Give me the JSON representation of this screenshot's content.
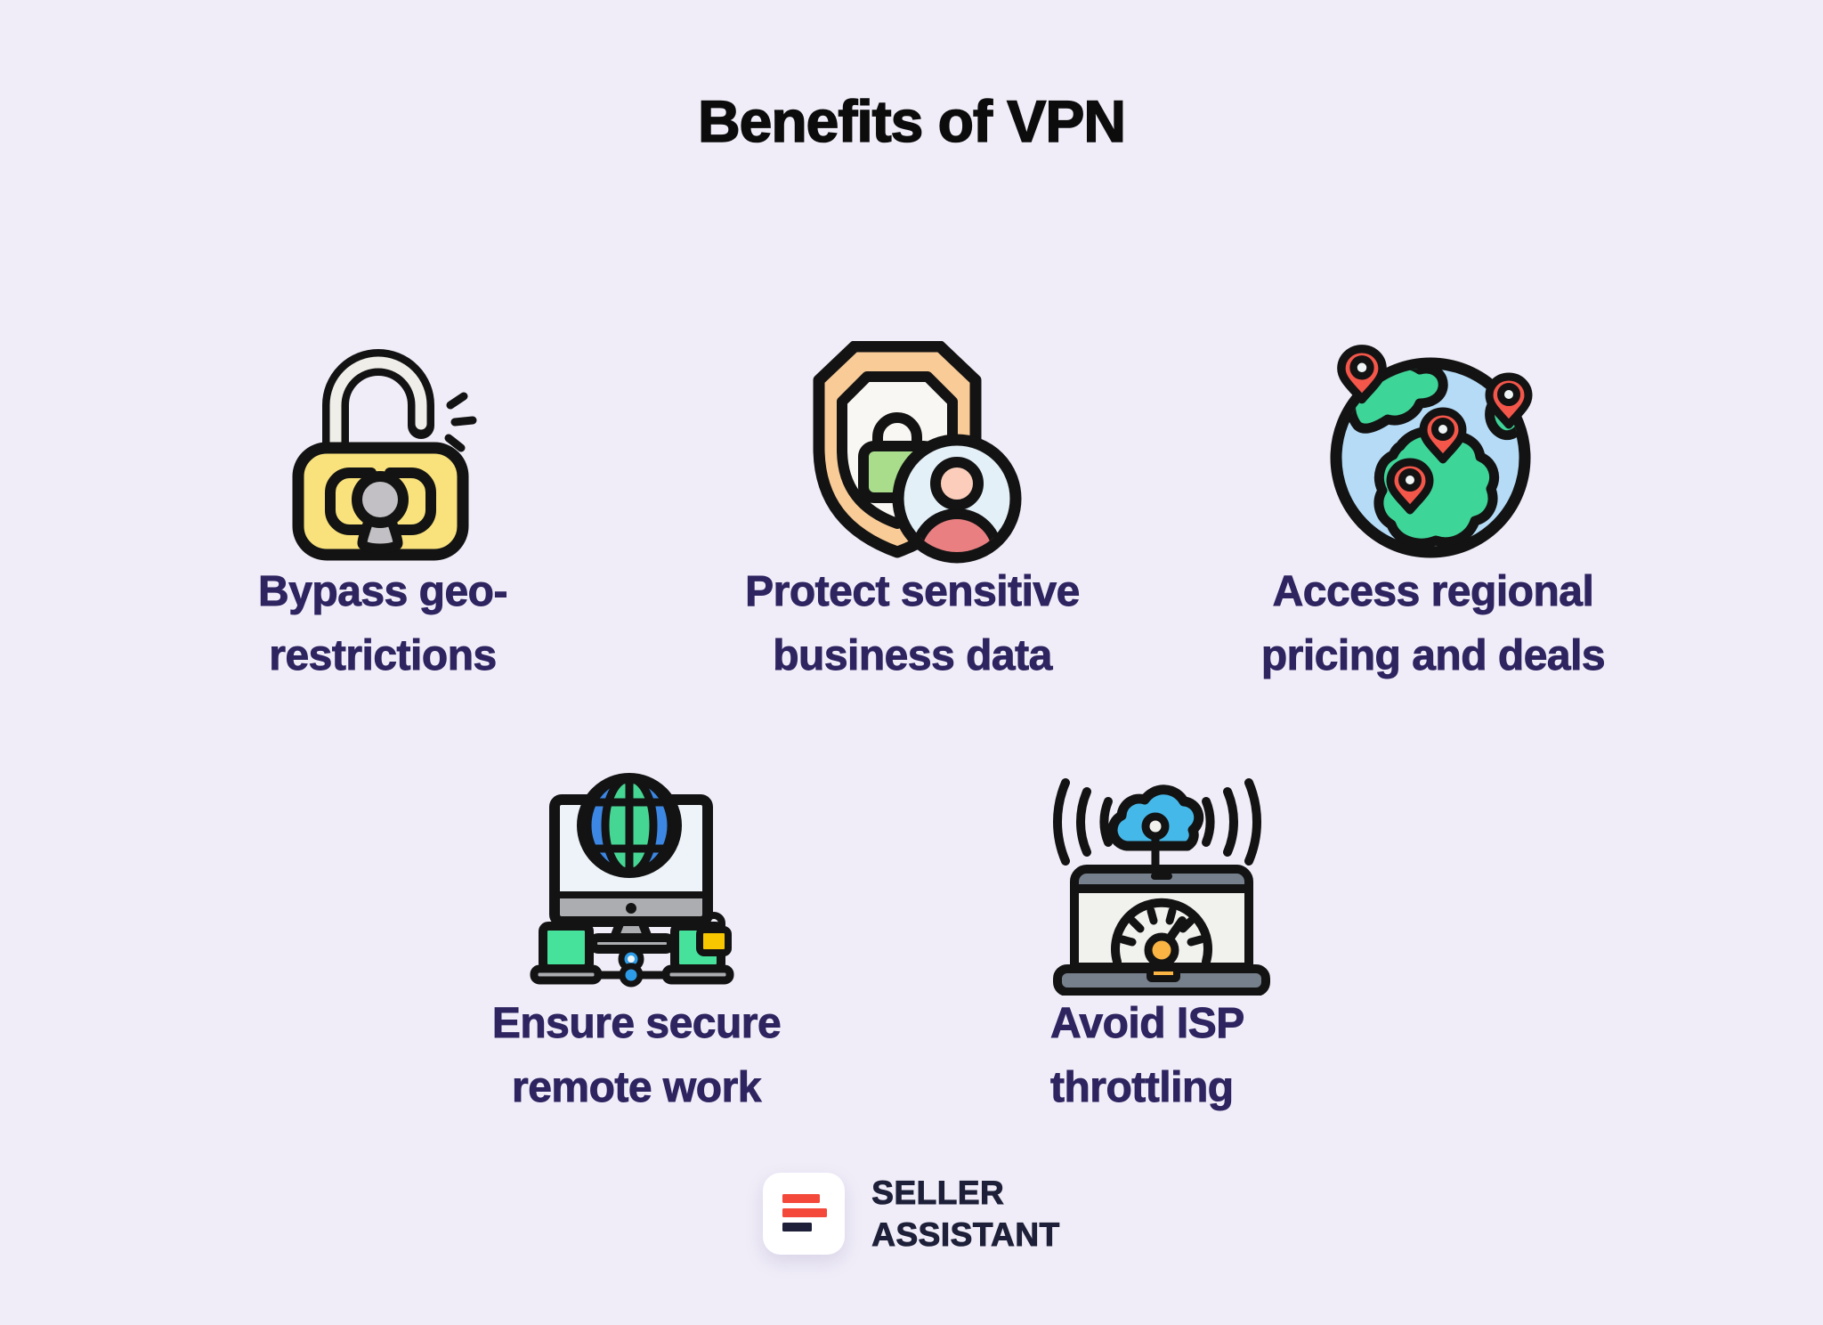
{
  "title": "Benefits of VPN",
  "benefits": [
    {
      "id": "bypass-geo-restrictions",
      "line1": "Bypass geo-",
      "line2": "restrictions",
      "icon": "unlocked-padlock-icon"
    },
    {
      "id": "protect-business-data",
      "line1": "Protect sensitive",
      "line2": "business data",
      "icon": "shield-user-icon"
    },
    {
      "id": "regional-pricing-deals",
      "line1": "Access regional",
      "line2": "pricing and deals",
      "icon": "globe-location-pins-icon"
    },
    {
      "id": "secure-remote-work",
      "line1": "Ensure secure",
      "line2": "remote work",
      "icon": "remote-work-network-icon"
    },
    {
      "id": "avoid-isp-throttling",
      "line1": "Avoid ISP",
      "line2": "throttling",
      "icon": "speedometer-laptop-icon"
    }
  ],
  "footer": {
    "brand_line1": "SELLER",
    "brand_line2": "ASSISTANT"
  },
  "colors": {
    "background": "#F0EDF8",
    "title-text": "#0C0C0C",
    "benefit-text": "#2E2460",
    "outline": "#131313",
    "brand-red": "#F4483A",
    "brand-navy": "#1D2038",
    "logo-bg": "#FFFFFF",
    "padlock-yellow": "#F9E27C",
    "keyhole-gray": "#C2C0C4",
    "shackle-white": "#F0EEE9",
    "shield-orange": "#F8CB97",
    "shield-inner": "#F9F7F4",
    "lock-green": "#A9DD8C",
    "avatar-blue": "#E4F0F8",
    "avatar-head": "#FBCDBA",
    "avatar-body": "#E97F81",
    "globe-blue": "#B5DBF6",
    "land-green": "#3ED598",
    "pin-red": "#F4564A",
    "pin-center": "#EFF5F4",
    "net-blue": "#2D9CE8",
    "laptop-green": "#46E29B",
    "device-gray": "#ABADB0",
    "screen-tint": "#EDF3F9",
    "globe2-blue": "#3B87E3",
    "globe2-green": "#46D694",
    "cloud-blue": "#45B8EA",
    "slate": "#76808C",
    "screen-white": "#F1F2EE",
    "gauge-orange": "#F9B443",
    "lock-gold": "#F7C600"
  }
}
